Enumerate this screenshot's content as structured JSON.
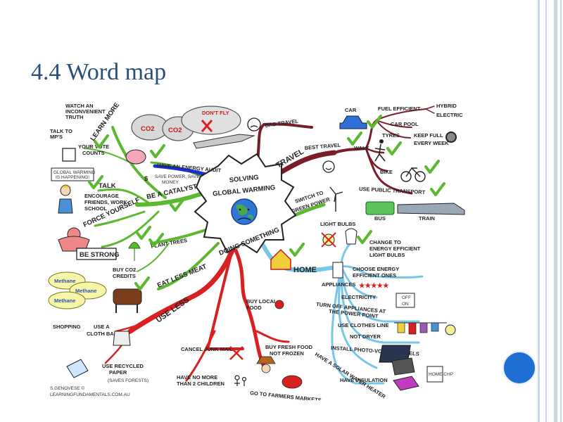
{
  "slide": {
    "title": "4.4 Word map"
  },
  "map": {
    "center": {
      "line1": "SOLVING",
      "line2": "GLOBAL WARMING",
      "line3": "DOING SOMETHING"
    },
    "top": {
      "co2_a": "CO2",
      "co2_b": "CO2",
      "dont_fly": "DON'T FLY",
      "bad_travel": "BAD TRAVEL"
    },
    "travel": {
      "label": "TRAVEL",
      "best": "BEST TRAVEL",
      "car": "CAR",
      "fuel_efficient": "FUEL EFFICIENT",
      "hybrid": "HYBRID",
      "electric": "ELECTRIC",
      "car_pool": "CAR POOL",
      "tyres": "TYRES",
      "keep_full": "KEEP FULL",
      "every_week": "EVERY WEEK",
      "walk": "WALK",
      "bike": "BIKE",
      "public_transport": "USE PUBLIC TRANSPORT",
      "bus": "BUS",
      "train": "TRAIN"
    },
    "green_power": {
      "line1": "SWITCH TO",
      "line2": "GREEN POWER"
    },
    "catalyst": {
      "learn_more": "LEARN MORE",
      "watch1": "WATCH AN",
      "watch2": "INCONVENIENT",
      "watch3": "TRUTH",
      "talk_mps1": "TALK TO",
      "talk_mps2": "MP'S",
      "vote1": "YOUR VOTE",
      "vote2": "COUNTS",
      "gw1": "GLOBAL WARMING",
      "gw2": "IS HAPPENING!",
      "talk": "TALK",
      "enc1": "ENCOURAGE",
      "enc2": "FRIENDS, WORK",
      "enc3": "SCHOOL",
      "force": "FORCE YOURSELF",
      "be_catalyst": "BE A CATALYST",
      "be_strong": "BE STRONG",
      "energy_audit": "HAVE AN ENERGY AUDIT",
      "save1": "SAVE POWER, SAVE",
      "save2": "MONEY"
    },
    "left": {
      "plant_trees": "PLANT TREES",
      "buy_co2_1": "BUY CO2",
      "buy_co2_2": "CREDITS",
      "methane1": "Methane",
      "methane2": "Methane",
      "methane3": "Methane",
      "eat_less_meat": "EAT LESS MEAT",
      "use_less": "USE LESS",
      "shopping": "SHOPPING",
      "use_a": "USE A",
      "cloth_bag": "CLOTH BAG",
      "recycled1": "USE RECYCLED",
      "recycled2": "PAPER",
      "recycled3": "(SAVES FORESTS)"
    },
    "bottom": {
      "cancel_junk_mail": "CANCEL JUNK MAIL",
      "no_more1": "HAVE NO MORE",
      "no_more2": "THAN 2 CHILDREN",
      "buy_local1": "BUY LOCAL",
      "buy_local2": "FOOD",
      "fresh1": "BUY FRESH FOOD",
      "fresh2": "NOT FROZEN",
      "farmers": "GO TO FARMERS MARKETS"
    },
    "home": {
      "label": "HOME",
      "light_bulbs": "LIGHT BULBS",
      "change1": "CHANGE TO",
      "change2": "ENERGY EFFICIENT",
      "change3": "LIGHT BULBS",
      "choose1": "CHOOSE ENERGY",
      "choose2": "EFFICIENT ONES",
      "appliances": "APPLIANCES",
      "stars": "★★★★★",
      "electricity": "ELECTRICITY",
      "turn_off1": "TURN OFF APPLIANCES AT",
      "turn_off2": "THE POWER POINT",
      "off": "OFF",
      "on": "ON",
      "clothes_line": "USE CLOTHES LINE",
      "not_dryer": "NOT DRYER",
      "pv": "INSTALL PHOTO-VOLTAIC PANELS",
      "solar": "HAVE A SOLAR WATER HEATER",
      "insulation": "HAVE INSULATION",
      "box_label": "HOME CHP"
    },
    "credit": {
      "line1": "S.GENOVESE ©",
      "line2": "LEARNINGFUNDAMENTALS.COM.AU"
    }
  }
}
